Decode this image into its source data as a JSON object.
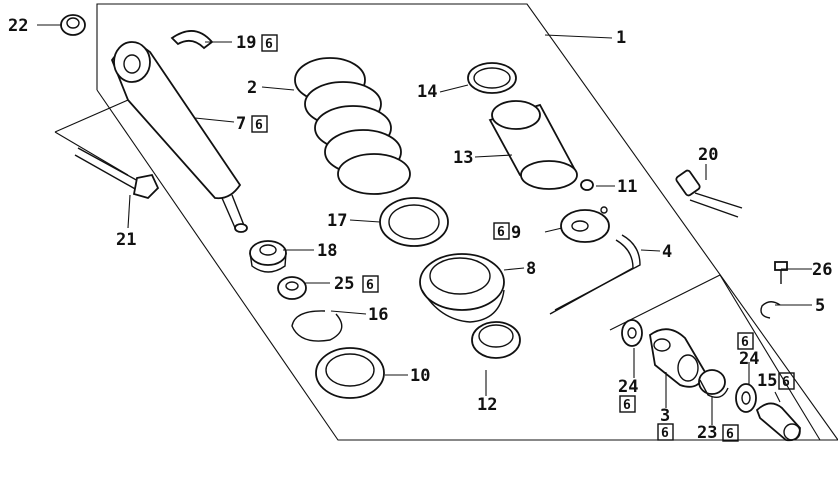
{
  "callouts": [
    {
      "id": "p1",
      "num": "1"
    },
    {
      "id": "p2",
      "num": "2"
    },
    {
      "id": "p3",
      "num": "3",
      "mark": "6"
    },
    {
      "id": "p4",
      "num": "4"
    },
    {
      "id": "p5",
      "num": "5"
    },
    {
      "id": "p7",
      "num": "7",
      "mark": "6"
    },
    {
      "id": "p8",
      "num": "8"
    },
    {
      "id": "p9",
      "num": "9",
      "mark": "6"
    },
    {
      "id": "p10",
      "num": "10"
    },
    {
      "id": "p11",
      "num": "11"
    },
    {
      "id": "p12",
      "num": "12"
    },
    {
      "id": "p13",
      "num": "13"
    },
    {
      "id": "p14",
      "num": "14"
    },
    {
      "id": "p15",
      "num": "15",
      "mark": "6"
    },
    {
      "id": "p16",
      "num": "16"
    },
    {
      "id": "p17",
      "num": "17"
    },
    {
      "id": "p18",
      "num": "18"
    },
    {
      "id": "p19",
      "num": "19",
      "mark": "6"
    },
    {
      "id": "p20",
      "num": "20"
    },
    {
      "id": "p21",
      "num": "21"
    },
    {
      "id": "p22",
      "num": "22"
    },
    {
      "id": "p23",
      "num": "23",
      "mark": "6"
    },
    {
      "id": "p24a",
      "num": "24",
      "mark": "6"
    },
    {
      "id": "p24b",
      "num": "24",
      "mark": "6"
    },
    {
      "id": "p25",
      "num": "25",
      "mark": "6"
    },
    {
      "id": "p26",
      "num": "26"
    }
  ]
}
